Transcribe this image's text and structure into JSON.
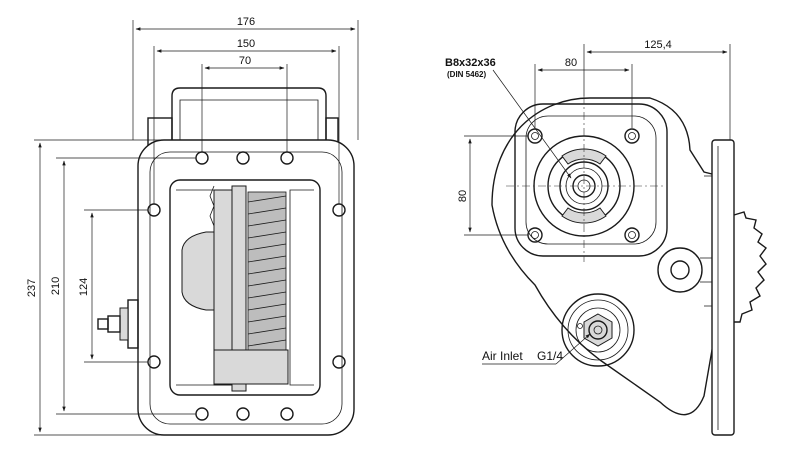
{
  "dimensions": {
    "width_176": "176",
    "width_150": "150",
    "width_70": "70",
    "height_237": "237",
    "height_210": "210",
    "height_124": "124",
    "right_80_horizontal": "80",
    "right_125_4": "125,4",
    "right_80_vertical": "80"
  },
  "labels": {
    "spline": "B8x32x36",
    "spline_standard": "(DIN 5462)",
    "air_inlet": "Air Inlet",
    "air_inlet_thread": "G1/4"
  },
  "colors": {
    "line": "#1a1a1a",
    "shade": "#d9d9d9",
    "background": "#ffffff"
  }
}
